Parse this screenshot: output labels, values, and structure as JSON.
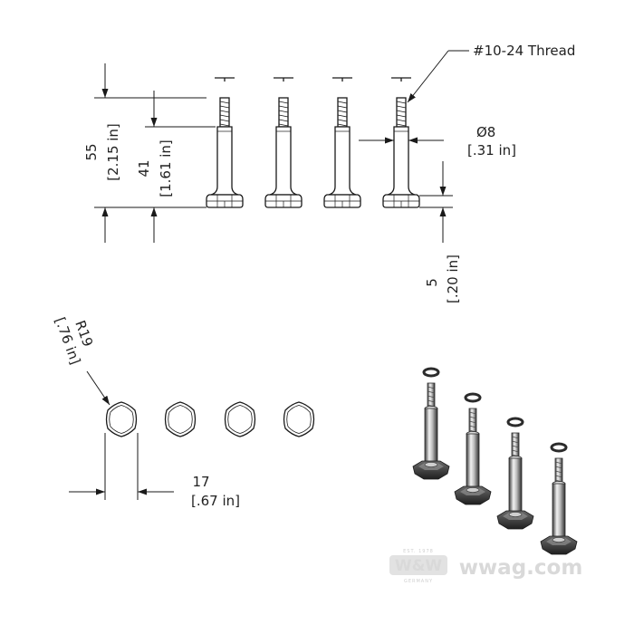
{
  "labels": {
    "thread": "#10-24 Thread",
    "dia_mm": "Ø8",
    "dia_in": "[.31 in]",
    "len55_mm": "55",
    "len55_in": "[2.15 in]",
    "len41_mm": "41",
    "len41_in": "[1.61 in]",
    "head_mm": "5",
    "head_in": "[.20 in]",
    "radius_mm": "R19",
    "radius_in": "[.76 in]",
    "hex_mm": "17",
    "hex_in": "[.67 in]"
  },
  "watermark": {
    "brand": "W&W",
    "site": "wwag.com",
    "est": "EST. 1978",
    "place": "GERMANY"
  },
  "colors": {
    "line": "#1a1a1a",
    "part_fill": "#ffffff",
    "render_dark": "#2b2b2b",
    "render_mid": "#8a8a8a",
    "render_light": "#e6e6e6",
    "watermark": "#d9d9d9"
  }
}
